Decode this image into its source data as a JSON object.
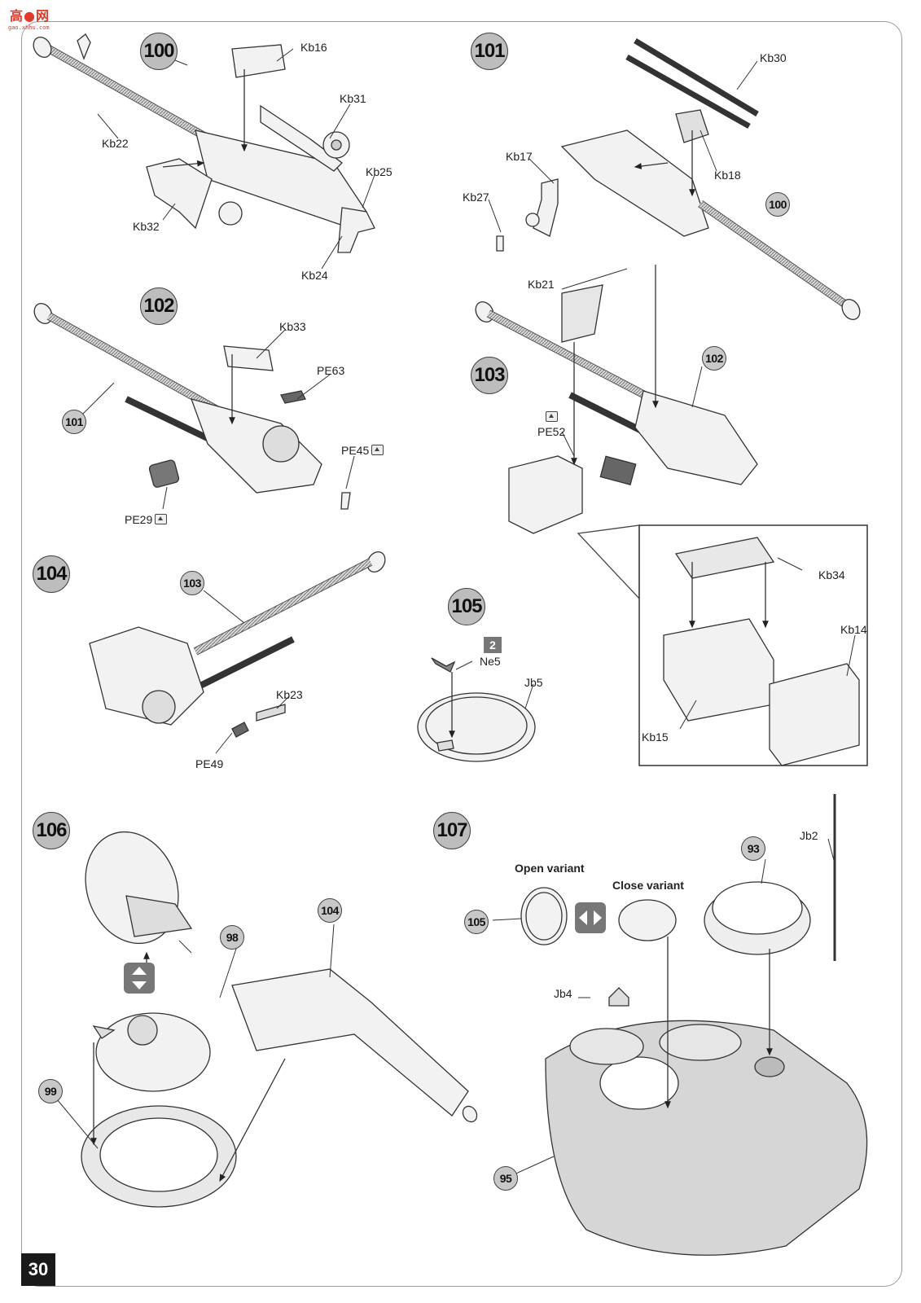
{
  "watermark": {
    "text": "高●网",
    "sub": "gao.xhhu.com"
  },
  "page_number": "30",
  "steps": {
    "s100": "100",
    "s101": "101",
    "s102": "102",
    "s103": "103",
    "s104": "104",
    "s105": "105",
    "s106": "106",
    "s107": "107"
  },
  "refs": {
    "r100": "100",
    "r101": "101",
    "r102": "102",
    "r103": "103",
    "r104": "104",
    "r105": "105",
    "r98": "98",
    "r99": "99",
    "r93": "93",
    "r95": "95"
  },
  "parts": {
    "kb16": "Kb16",
    "kb31": "Kb31",
    "kb22": "Kb22",
    "kb25": "Kb25",
    "kb32": "Kb32",
    "kb24": "Kb24",
    "kb30": "Kb30",
    "kb17": "Kb17",
    "kb18": "Kb18",
    "kb27": "Kb27",
    "kb33": "Kb33",
    "pe63": "PE63",
    "pe45": "PE45",
    "pe29": "PE29",
    "kb21": "Kb21",
    "pe52": "PE52",
    "kb34": "Kb34",
    "kb14": "Kb14",
    "kb15": "Kb15",
    "kb23": "Kb23",
    "pe49": "PE49",
    "ne5": "Ne5",
    "jb5": "Jb5",
    "tag2": "2",
    "jb2": "Jb2",
    "jb4": "Jb4"
  },
  "variants": {
    "open": "Open variant",
    "close": "Close variant"
  },
  "icons": {
    "pe": "photo-etch-icon",
    "swap_vertical": "swap-vertical-icon",
    "swap_horizontal": "swap-horizontal-icon"
  },
  "colors": {
    "step_fill": "#bdbdbd",
    "part_fill": "#f2f2f2",
    "shade": "#c9c9c9",
    "line": "#333333"
  }
}
